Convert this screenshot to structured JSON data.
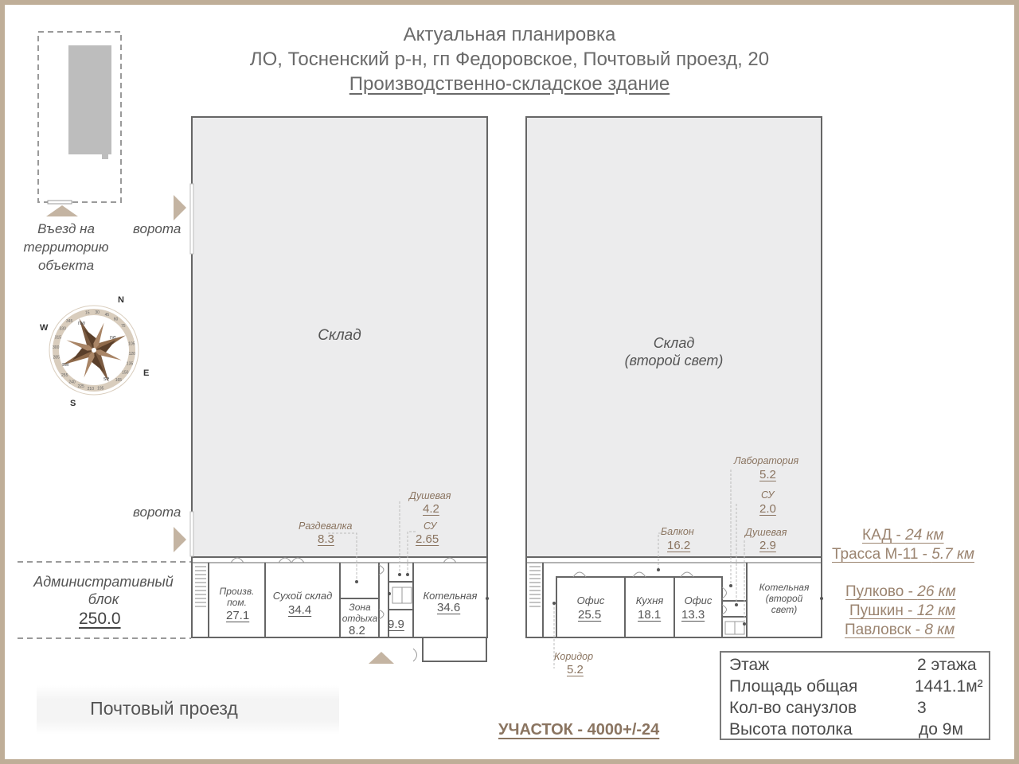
{
  "header": {
    "line1": "Актуальная планировка",
    "line2": "ЛО, Тосненский р-н, гп Федоровское, Почтовый проезд, 20",
    "line3": "Производственно-складское здание"
  },
  "entrance": {
    "line1": "Въезд на",
    "line2": "территорию",
    "line3": "объекта"
  },
  "gates": {
    "top": "ворота",
    "bottom": "ворота"
  },
  "compass": {
    "n": "N",
    "s": "S",
    "e": "E",
    "w": "W",
    "nw": "nw",
    "ne": "ne",
    "se": "se",
    "sw": "sw",
    "ring_numbers": [
      "315",
      "330",
      "345",
      "15",
      "30",
      "45",
      "60",
      "75",
      "105",
      "120",
      "135",
      "150",
      "165",
      "195",
      "210",
      "225",
      "240",
      "255",
      "285",
      "300"
    ]
  },
  "admin": {
    "line1": "Административный",
    "line2": "блок",
    "area": "250.0"
  },
  "street": "Почтовый проезд",
  "plot": "УЧАСТОК - 4000+/-24",
  "floor1": {
    "warehouse": "Склад",
    "rooms": {
      "proizv_line1": "Произв.",
      "proizv_line2": "пом.",
      "proizv_area": "27.1",
      "dry_label": "Сухой склад",
      "dry_area": "34.4",
      "rest_line1": "Зона",
      "rest_line2": "отдыха",
      "rest_area": "8.2",
      "small_area": "9.9",
      "boiler_label": "Котельная",
      "boiler_area": "34.6",
      "locker_label": "Раздевалка",
      "locker_area": "8.3",
      "shower_label": "Душевая",
      "shower_area": "4.2",
      "wc_label": "СУ",
      "wc_area": "2.65"
    }
  },
  "floor2": {
    "warehouse_line1": "Склад",
    "warehouse_line2": "(второй свет)",
    "rooms": {
      "office1_label": "Офис",
      "office1_area": "25.5",
      "kitchen_label": "Кухня",
      "kitchen_area": "18.1",
      "office2_label": "Офис",
      "office2_area": "13.3",
      "boiler_line1": "Котельная",
      "boiler_line2": "(второй",
      "boiler_line3": "свет)",
      "corridor_label": "Коридор",
      "corridor_area": "5.2",
      "balcony_label": "Балкон",
      "balcony_area": "16.2",
      "lab_label": "Лаборатория",
      "lab_area": "5.2",
      "wc_label": "СУ",
      "wc_area": "2.0",
      "shower_label": "Душевая",
      "shower_area": "2.9"
    }
  },
  "distances": {
    "kad_name": "КАД - ",
    "kad_value": "24 км",
    "m11_name": "Трасса М-11 - ",
    "m11_value": "5.7 км",
    "pulkovo_name": "Пулково - ",
    "pulkovo_value": "26 км",
    "pushkin_name": "Пушкин - ",
    "pushkin_value": "12 км",
    "pavlovsk_name": "Павловск - ",
    "pavlovsk_value": "8 км"
  },
  "info": {
    "rows": [
      {
        "label": "Этаж",
        "value": "2 этажа"
      },
      {
        "label": "Площадь общая",
        "value": "1441.1м²"
      },
      {
        "label": "Кол-во санузлов",
        "value": "3"
      },
      {
        "label": "Высота потолка",
        "value": "до 9м"
      }
    ]
  },
  "colors": {
    "frame": "#bfae98",
    "warehouse_fill": "#ececed",
    "wall": "#666666",
    "accent": "#8a7460",
    "marker": "#c4b4a2"
  }
}
